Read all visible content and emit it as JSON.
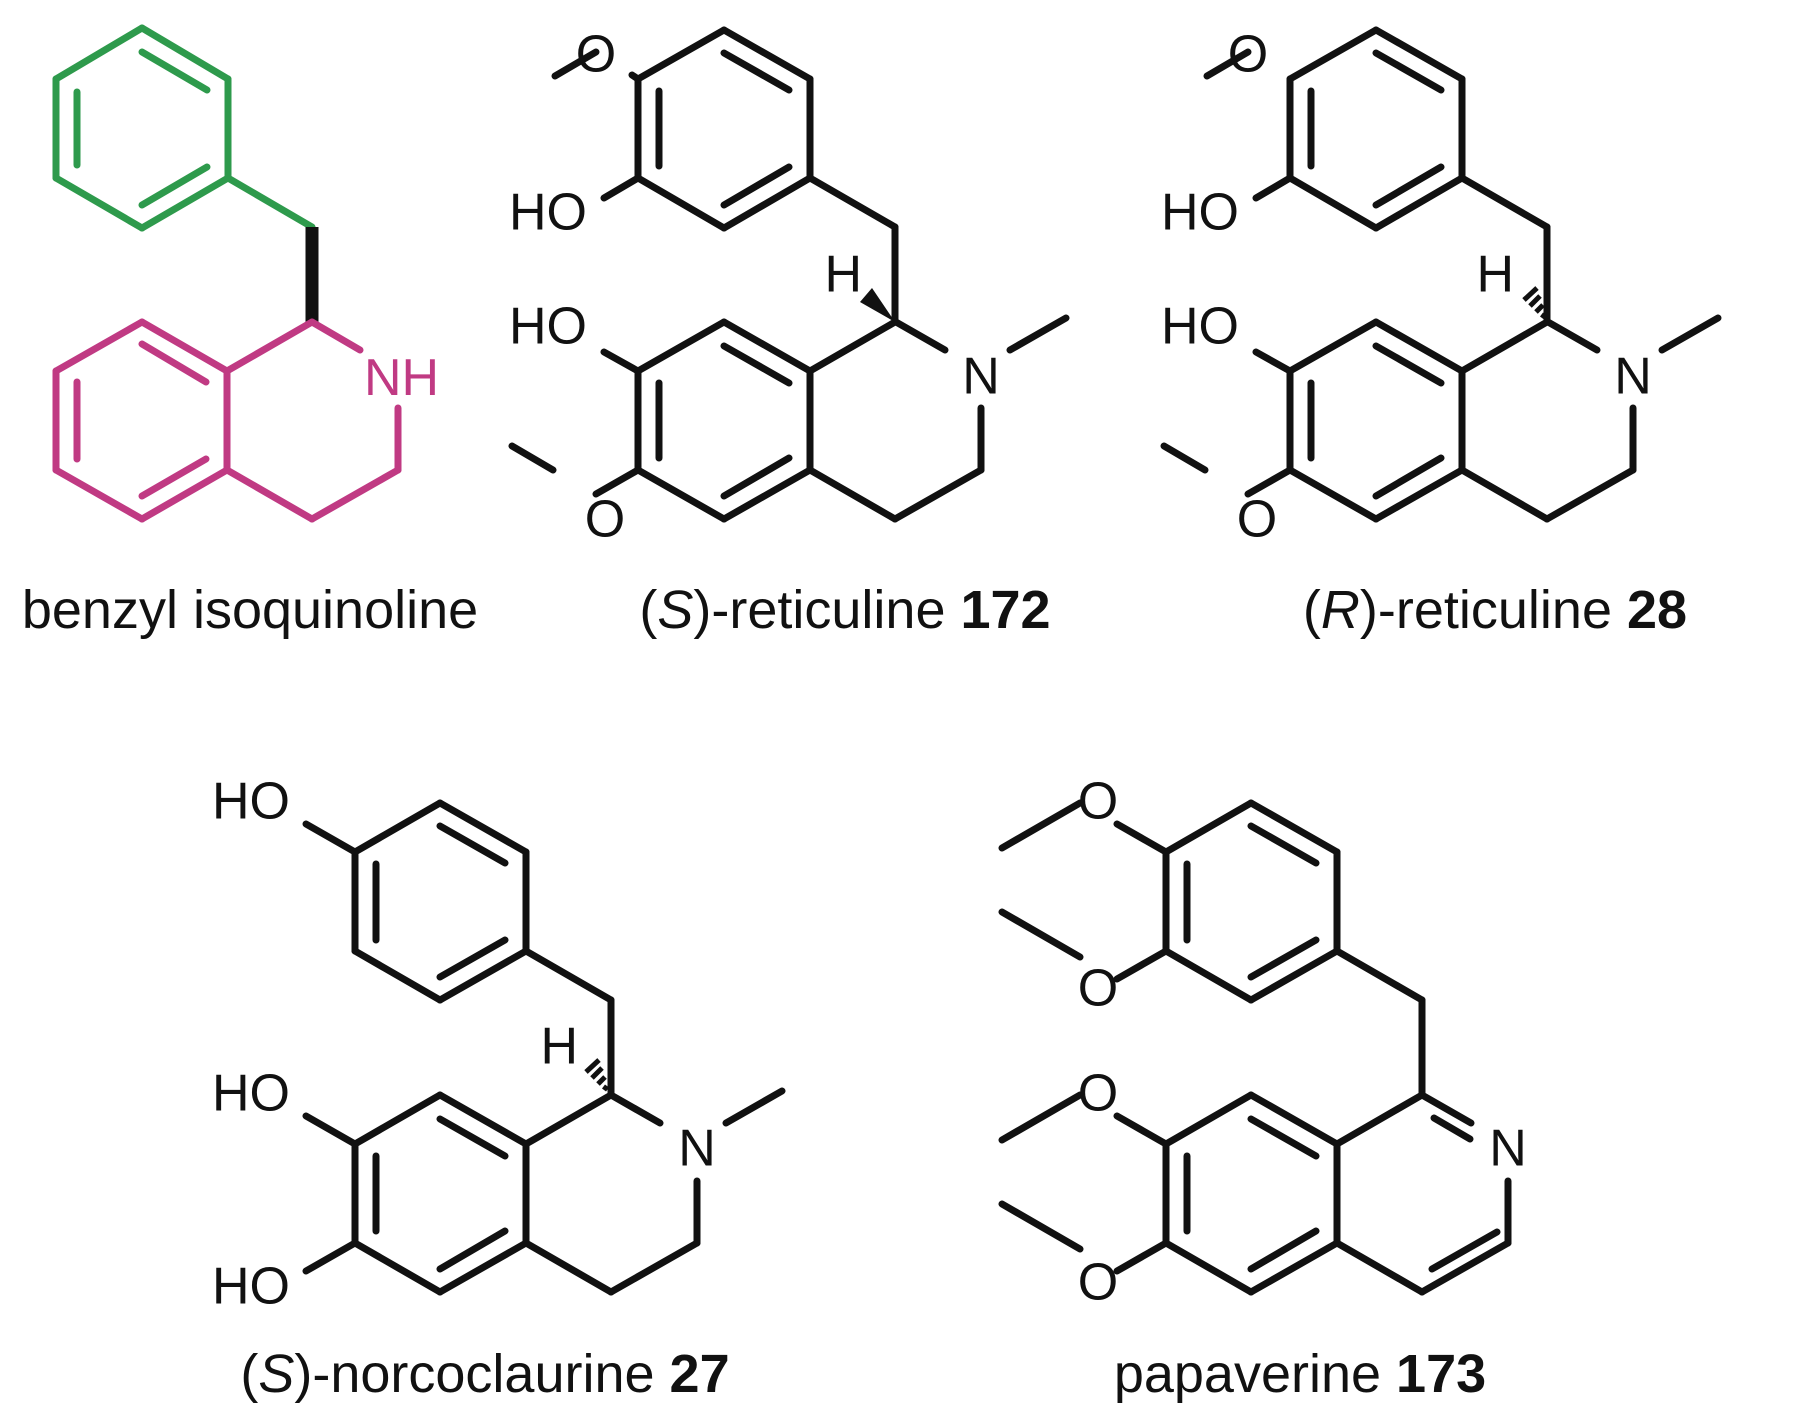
{
  "colors": {
    "ink": "#111111",
    "benzyl_highlight": "#2e9a4c",
    "isoquinoline_highlight": "#c03a83",
    "background": "#ffffff"
  },
  "atoms": {
    "O": "O",
    "HO": "HO",
    "H": "H",
    "N": "N",
    "NH": "NH"
  },
  "compounds": [
    {
      "id": "benzyl-isoquinoline",
      "name": "benzyl isoquinoline",
      "prefix": "",
      "stereo": "",
      "number": ""
    },
    {
      "id": "s-reticuline",
      "prefix_open": "(",
      "stereo": "S",
      "name": ")-reticuline ",
      "number": "172"
    },
    {
      "id": "r-reticuline",
      "prefix_open": "(",
      "stereo": "R",
      "name": ")-reticuline ",
      "number": "28"
    },
    {
      "id": "s-norcoclaurine",
      "prefix_open": "(",
      "stereo": "S",
      "name": ")-norcoclaurine ",
      "number": "27"
    },
    {
      "id": "papaverine",
      "prefix_open": "",
      "stereo": "",
      "name": "papaverine ",
      "number": "173"
    }
  ]
}
